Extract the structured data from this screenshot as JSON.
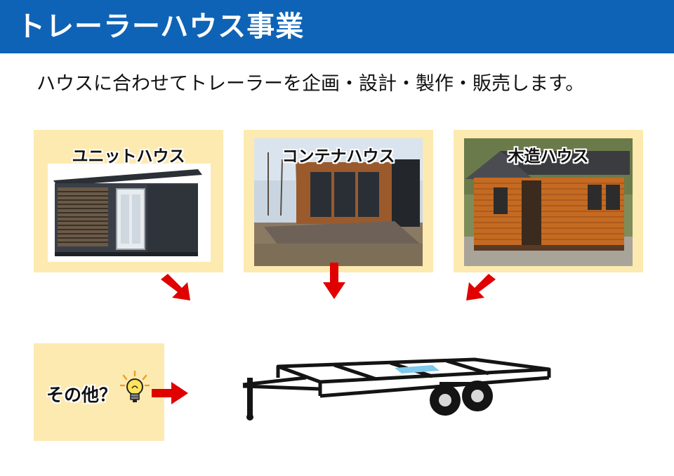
{
  "header": {
    "title": "トレーラーハウス事業"
  },
  "subtitle": "ハウスに合わせてトレーラーを企画・設計・製作・販売します。",
  "cards": [
    {
      "label": "ユニットハウス"
    },
    {
      "label": "コンテナハウス"
    },
    {
      "label": "木造ハウス"
    }
  ],
  "other": {
    "label": "その他？"
  },
  "colors": {
    "header_bg": "#0e63b6",
    "card_bg": "#fdeab0",
    "arrow": "#e00000"
  }
}
